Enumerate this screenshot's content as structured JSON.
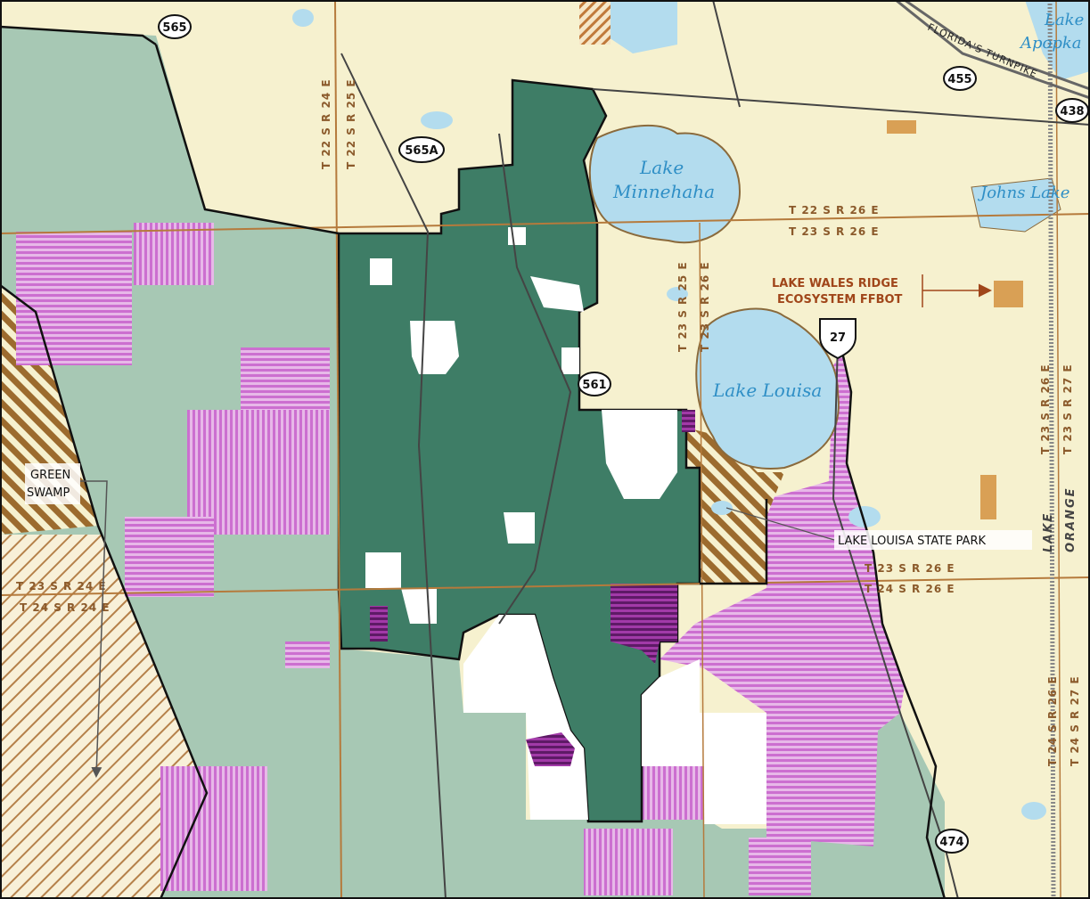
{
  "water_labels": {
    "minnehaha_1": "Lake",
    "minnehaha_2": "Minnehaha",
    "louisa": "Lake Louisa",
    "apopka_1": "Lake",
    "apopka_2": "Apopka",
    "johns": "Johns Lake"
  },
  "shields": {
    "r565": "565",
    "r565a": "565A",
    "r455": "455",
    "r438": "438",
    "r561": "561",
    "us27": "27",
    "r474": "474"
  },
  "road_labels": {
    "turnpike": "FLORIDA'S TURNPIKE"
  },
  "grid": {
    "t22r26": "T 22 S R 26 E",
    "t23r26_top": "T 23 S R 26 E",
    "t23r26_bot": "T 23 S R 26 E",
    "t24r26": "T 24 S R 26 E",
    "t23r24": "T 23 S R 24 E",
    "t24r24": "T 24 S R 24 E",
    "v_t22r24": "T 22 S R 24 E",
    "v_t22r25": "T 22 S R 25 E",
    "v_t23r25": "T 23 S R 25 E",
    "v_t23r26": "T 23 S R 26 E",
    "v_t23r27": "T 23 S R 27 E",
    "v_t24r26": "T 24 S R 26 E",
    "v_t24r27": "T 24 S R 27 E"
  },
  "callouts": {
    "green_swamp_1": "GREEN",
    "green_swamp_2": "SWAMP",
    "ffbot_1": "LAKE WALES RIDGE",
    "ffbot_2": "ECOSYSTEM FFBOT",
    "state_park": "LAKE LOUISA STATE PARK"
  },
  "county_labels": {
    "lake": "LAKE",
    "orange": "ORANGE"
  },
  "colors": {
    "background": "#f6f1cf",
    "sage": "#a7c8b4",
    "dark_green": "#3e7d66",
    "water": "#b3dcee",
    "magenta_hatch": "#cc6fd0",
    "purple_dark": "#8a2a8f",
    "brown_hatch": "#9c6b2e",
    "ffbot_orange": "#d9a055"
  }
}
